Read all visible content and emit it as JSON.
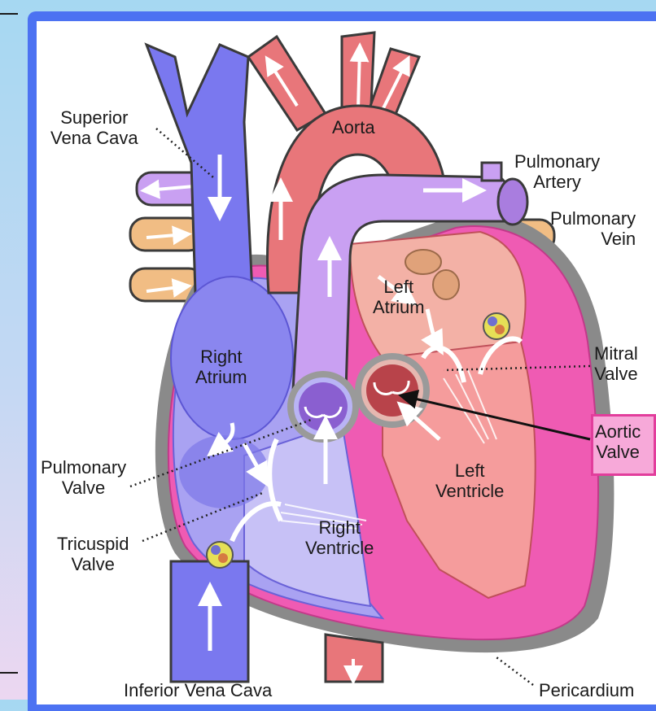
{
  "labels": {
    "superior_vena_cava": "Superior\nVena Cava",
    "aorta": "Aorta",
    "pulmonary_artery": "Pulmonary\nArtery",
    "pulmonary_vein": "Pulmonary\nVein",
    "left_atrium": "Left\nAtrium",
    "right_atrium": "Right\nAtrium",
    "mitral_valve": "Mitral\nValve",
    "aortic_valve": "Aortic\nValve",
    "pulmonary_valve": "Pulmonary\nValve",
    "left_ventricle": "Left\nVentricle",
    "tricuspid_valve": "Tricuspid\nValve",
    "right_ventricle": "Right\nVentricle",
    "inferior_vena_cava": "Inferior Vena Cava",
    "pericardium": "Pericardium"
  },
  "colors": {
    "frame_blue": "#4c72f2",
    "vena_cava_blue": "#7a78ef",
    "pulmonary_purple": "#c9a0f2",
    "aorta_red": "#e8767a",
    "pulmonary_vein_tan": "#f1bd84",
    "pericardium_gray": "#8a8a8a",
    "left_heart_pink": "#ef5bb3",
    "right_heart_lavender": "#a9a2f2",
    "aortic_highlight": "#f7a9d9"
  }
}
